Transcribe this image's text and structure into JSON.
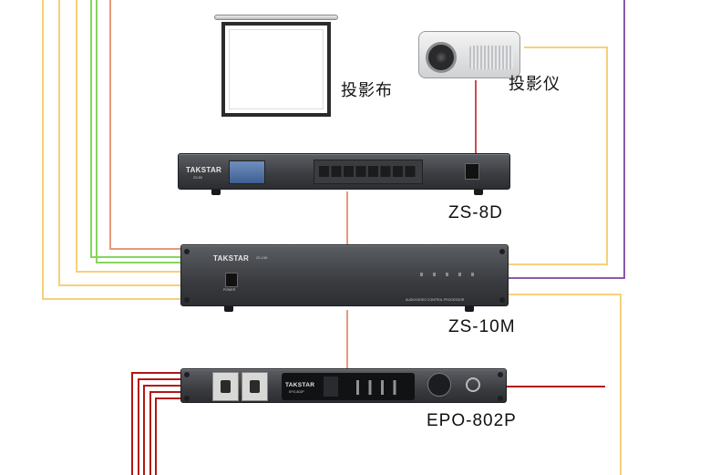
{
  "labels": {
    "screen": "投影布",
    "projector": "投影仪",
    "zs8d": "ZS-8D",
    "zs10m": "ZS-10M",
    "epo": "EPO-802P"
  },
  "devices": {
    "zs8d": {
      "brand": "TAKSTAR",
      "model": "ZS-8D"
    },
    "zs10m": {
      "brand": "TAKSTAR",
      "model": "ZS-10M",
      "power": "POWER",
      "caption": "AUDIO/VIDEO CONTROL PROCESSOR"
    },
    "epo": {
      "brand": "TAKSTAR",
      "model": "EPO-802P"
    }
  },
  "wire_colors": {
    "yellow": "#f6d07a",
    "green": "#86d65e",
    "salmon": "#e9987a",
    "purple": "#8a5aa6",
    "red": "#b41515",
    "darkred": "#b02020"
  }
}
